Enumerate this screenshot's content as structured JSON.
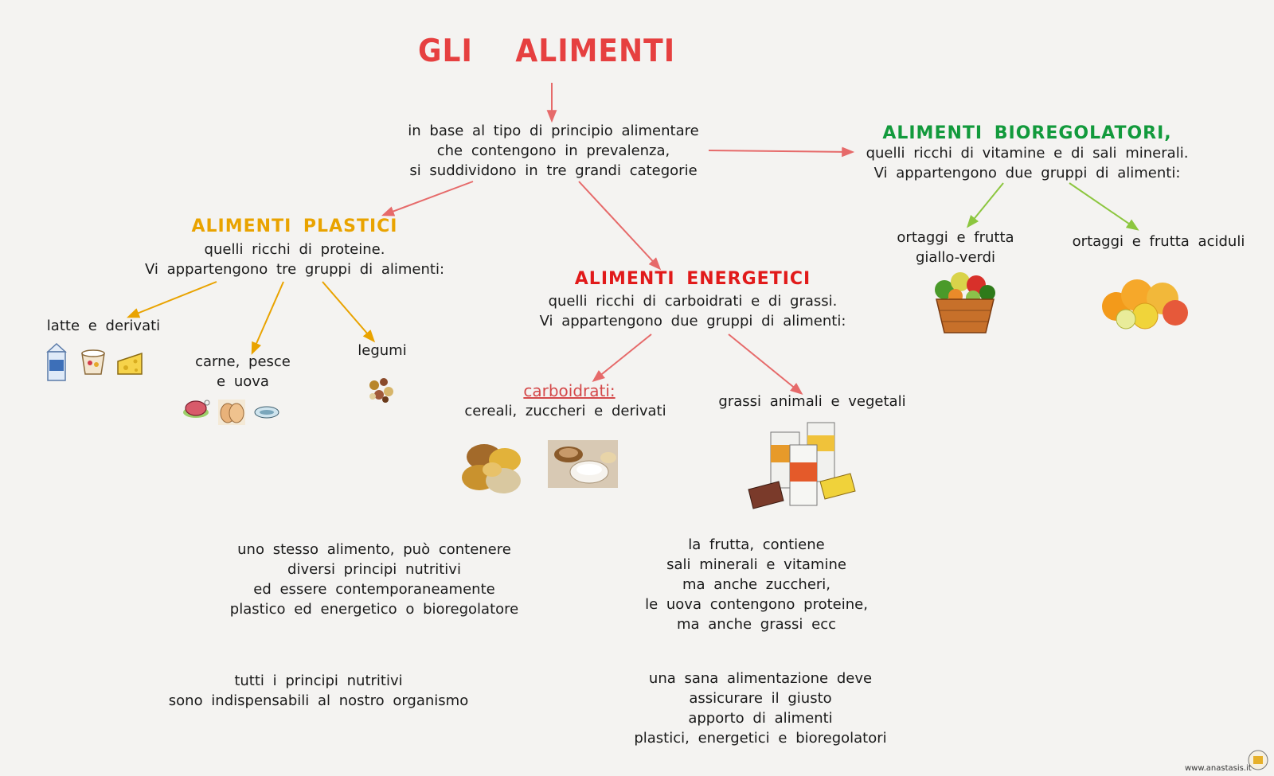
{
  "title": "GLI   ALIMENTI",
  "intro": "in base al tipo di principio alimentare\nche contengono in prevalenza,\nsi suddividono in tre grandi categorie",
  "plastici": {
    "heading": "ALIMENTI PLASTICI",
    "desc": "quelli ricchi di proteine.\nVi appartengono tre gruppi di alimenti:",
    "groups": [
      "latte e derivati",
      "carne, pesce\ne uova",
      "legumi"
    ]
  },
  "energetici": {
    "heading": "ALIMENTI ENERGETICI",
    "desc": "quelli ricchi di carboidrati e di grassi.\nVi appartengono due gruppi di alimenti:",
    "carbo_label": "carboidrati:",
    "carbo_desc": "cereali, zuccheri e derivati",
    "grassi": "grassi animali e vegetali"
  },
  "bioregolatori": {
    "heading": "ALIMENTI BIOREGOLATORI,",
    "desc": "quelli ricchi di vitamine e di sali minerali.\nVi appartengono due gruppi di alimenti:",
    "groups": [
      "ortaggi e frutta\ngiallo-verdi",
      "ortaggi e frutta aciduli"
    ]
  },
  "notes": [
    "uno stesso alimento, può contenere\ndiversi principi nutritivi\ned essere contemporaneamente\nplastico ed energetico o bioregolatore",
    "la frutta, contiene\nsali minerali e vitamine\nma anche zuccheri,\nle uova contengono proteine,\nma anche grassi ecc",
    "tutti i principi nutritivi\nsono indispensabili al nostro organismo",
    "una sana alimentazione deve\nassicurare il giusto\napporto di alimenti\nplastici, energetici e bioregolatori"
  ],
  "footer_url": "www.anastasis.it",
  "colors": {
    "title": "#e64040",
    "plastici": "#e9a300",
    "energetici": "#e11a1a",
    "bioregolatori": "#129a3c",
    "arrow_red": "#e66a6a",
    "arrow_orange": "#e9a300",
    "arrow_green": "#8cc63f"
  },
  "icons": [
    "milk-carton-icon",
    "yogurt-icon",
    "cheese-icon",
    "meat-icon",
    "eggs-icon",
    "fish-icon",
    "legumes-icon",
    "cereals-icon",
    "sugar-bowl-icon",
    "cans-icon",
    "vegetable-basket-icon",
    "citrus-icon",
    "logo-icon"
  ]
}
